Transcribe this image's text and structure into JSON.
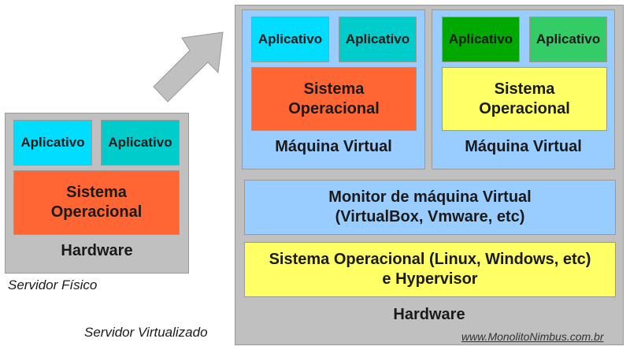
{
  "physical": {
    "caption": "Servidor Físico",
    "app1": "Aplicativo",
    "app2": "Aplicativo",
    "os": "Sistema Operacional",
    "hardware": "Hardware"
  },
  "virtual": {
    "caption": "Servidor Virtualizado",
    "vm1": {
      "app1": "Aplicativo",
      "app2": "Aplicativo",
      "os": "Sistema Operacional",
      "label": "Máquina Virtual"
    },
    "vm2": {
      "app1": "Aplicativo",
      "app2": "Aplicativo",
      "os": "Sistema Operacional",
      "label": "Máquina Virtual"
    },
    "monitor_line1": "Monitor de máquina Virtual",
    "monitor_line2": "(VirtualBox, Vmware, etc)",
    "host_os_line1": "Sistema Operacional (Linux, Windows, etc)",
    "host_os_line2": "e Hypervisor",
    "hardware": "Hardware"
  },
  "watermark": "www.MonolitoNimbus.com.br",
  "colors": {
    "cyan": "#00ddff",
    "teal": "#00cccc",
    "orange": "#ff6633",
    "yellow": "#ffff66",
    "dark_green": "#00a800",
    "green": "#33cc66",
    "light_blue": "#99ccff",
    "gray": "#c0c0c0"
  }
}
